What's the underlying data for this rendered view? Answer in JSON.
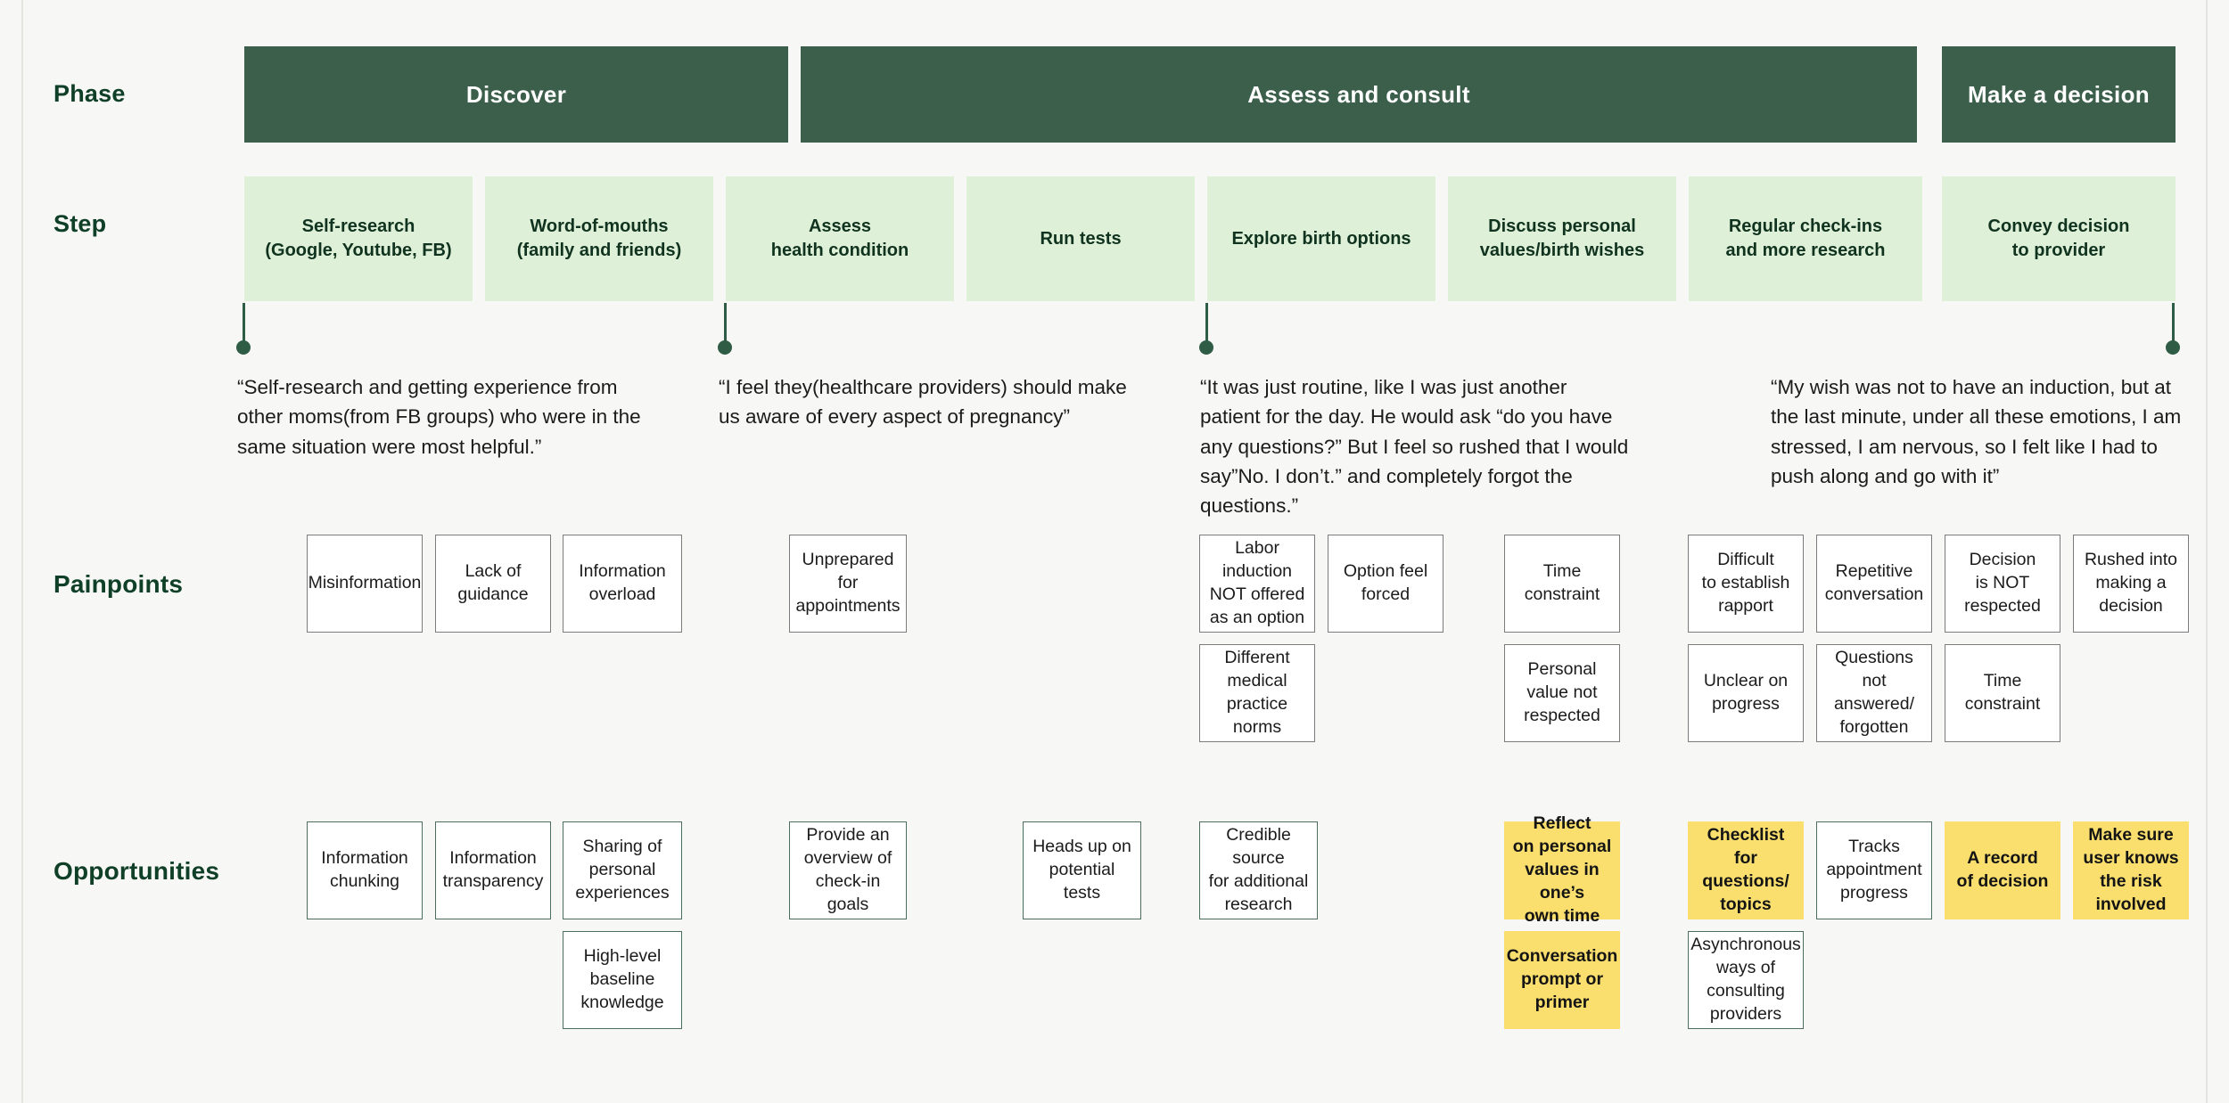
{
  "colors": {
    "canvas": "#f7f7f6",
    "phase_bar": "#3b5f4b",
    "step_card": "#dff0d8",
    "label_green": "#0f4027",
    "connector": "#2f5c44",
    "pain_border": "#7c7c7c",
    "opp_border": "#4b6f5c",
    "highlight_yellow": "#fadf6e"
  },
  "row_labels": {
    "phase": "Phase",
    "step": "Step",
    "painpoints": "Painpoints",
    "opportunities": "Opportunities"
  },
  "phases": [
    {
      "label": "Discover"
    },
    {
      "label": "Assess and consult"
    },
    {
      "label": "Make a decision"
    }
  ],
  "steps": [
    {
      "label": "Self-research\n(Google, Youtube, FB)"
    },
    {
      "label": "Word-of-mouths\n(family and friends)"
    },
    {
      "label": "Assess\nhealth condition"
    },
    {
      "label": "Run  tests"
    },
    {
      "label": "Explore birth options"
    },
    {
      "label": "Discuss personal\nvalues/birth wishes"
    },
    {
      "label": "Regular check-ins\nand more research"
    },
    {
      "label": "Convey decision\nto provider"
    }
  ],
  "quotes": [
    {
      "text": "“Self-research and getting experience from\nother moms(from FB groups) who were in the\nsame situation were most helpful.”"
    },
    {
      "text": "“I feel they(healthcare providers) should make\nus aware of every aspect of pregnancy”"
    },
    {
      "text": "“It was just routine, like I was just another\npatient for the day. He would ask “do you have\nany questions?” But I feel so rushed that I would\nsay”No. I don’t.” and completely forgot the\nquestions.”"
    },
    {
      "text": "“My wish was not to have an induction, but at\nthe last minute, under all these emotions, I am\nstressed, I am nervous, so I felt like I had to\npush along and go with it”"
    }
  ],
  "painpoints": [
    {
      "text": "Misinformation"
    },
    {
      "text": "Lack of\nguidance"
    },
    {
      "text": "Information\noverload"
    },
    {
      "text": "Unprepared\nfor\nappointments"
    },
    {
      "text": "Labor induction\nNOT offered\nas an option"
    },
    {
      "text": "Option feel\nforced"
    },
    {
      "text": "Time\nconstraint"
    },
    {
      "text": "Different\nmedical\npractice norms"
    },
    {
      "text": "Personal\nvalue not\nrespected"
    },
    {
      "text": "Difficult\nto establish\nrapport"
    },
    {
      "text": "Repetitive\nconversation"
    },
    {
      "text": "Decision\nis NOT\nrespected"
    },
    {
      "text": "Rushed into\nmaking a\ndecision"
    },
    {
      "text": "Unclear on\nprogress"
    },
    {
      "text": "Questions\nnot answered/\nforgotten"
    },
    {
      "text": "Time\nconstraint"
    }
  ],
  "opportunities": [
    {
      "text": "Information\nchunking",
      "highlight": false
    },
    {
      "text": "Information\ntransparency",
      "highlight": false
    },
    {
      "text": "Sharing of\npersonal\nexperiences",
      "highlight": false
    },
    {
      "text": "High-level\nbaseline\nknowledge",
      "highlight": false
    },
    {
      "text": "Provide an\noverview of\ncheck-in goals",
      "highlight": false
    },
    {
      "text": "Heads up on\npotential tests",
      "highlight": false
    },
    {
      "text": "Credible source\nfor additional\nresearch",
      "highlight": false
    },
    {
      "text": "Reflect\non personal\nvalues in one’s\nown time",
      "highlight": true
    },
    {
      "text": "Conversation\nprompt or\nprimer",
      "highlight": true
    },
    {
      "text": "Checklist for\nquestions/\ntopics",
      "highlight": true
    },
    {
      "text": "Asynchronous\nways of\nconsulting\nproviders",
      "highlight": false
    },
    {
      "text": "Tracks\nappointment\nprogress",
      "highlight": false
    },
    {
      "text": "A record\nof decision",
      "highlight": true
    },
    {
      "text": "Make sure\nuser knows\nthe risk\ninvolved",
      "highlight": true
    }
  ]
}
